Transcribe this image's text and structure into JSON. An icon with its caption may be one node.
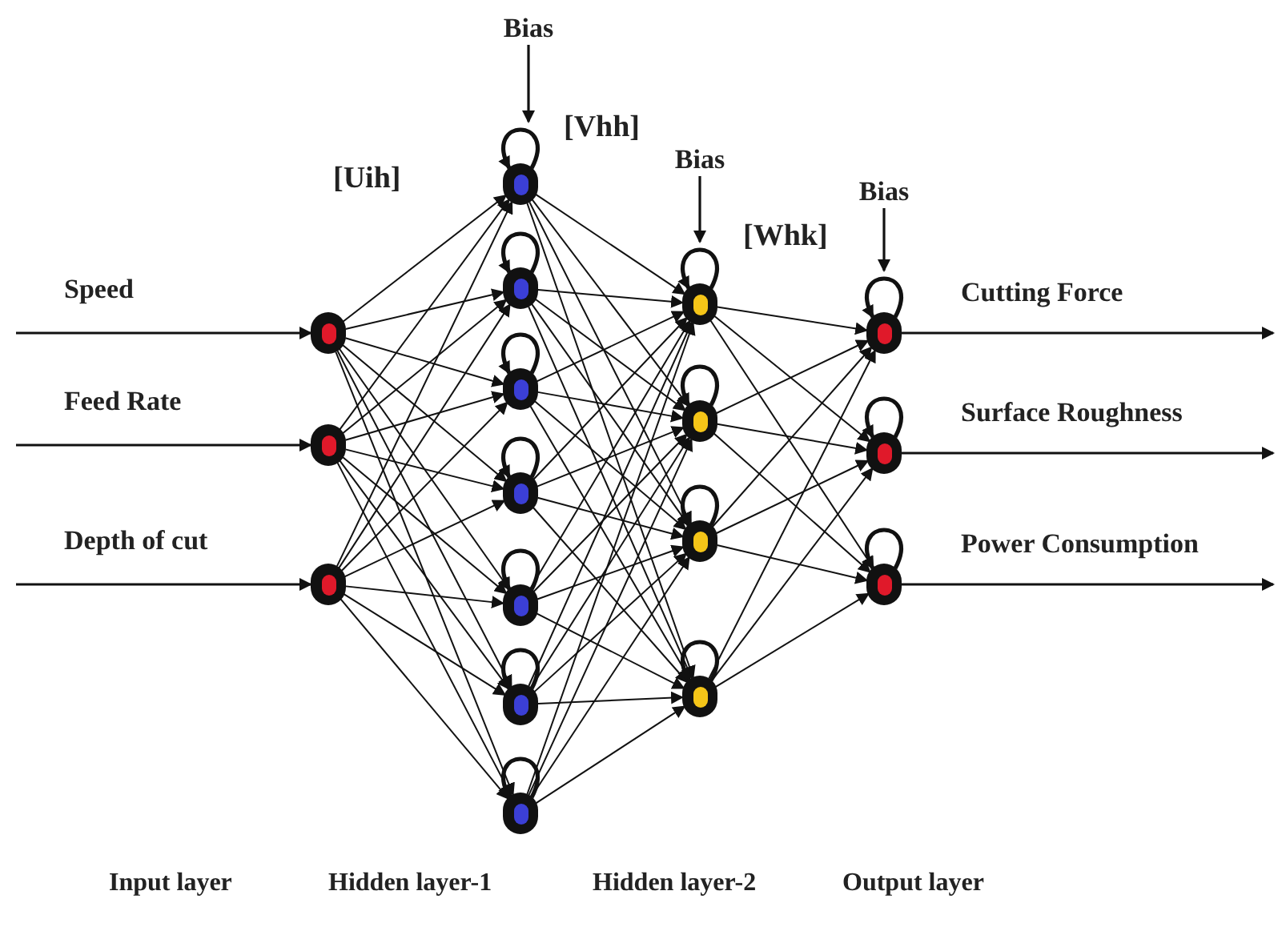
{
  "diagram": {
    "nodes": [
      {
        "text": [],
        "shape": "circle"
      },
      {
        "text": [],
        "shape": "circle"
      },
      {
        "text": [],
        "shape": "circle"
      },
      {
        "text": [],
        "shape": "circle"
      },
      {
        "text": [],
        "shape": "circle"
      },
      {
        "text": [],
        "shape": "circle"
      },
      {
        "text": [],
        "shape": "circle"
      },
      {
        "text": [],
        "shape": "circle"
      },
      {
        "text": [],
        "shape": "circle"
      },
      {
        "text": [],
        "shape": "circle"
      },
      {
        "text": [],
        "shape": "circle"
      },
      {
        "text": [],
        "shape": "circle"
      },
      {
        "text": [],
        "shape": "circle"
      },
      {
        "text": [],
        "shape": "circle"
      },
      {
        "text": [],
        "shape": "circle"
      },
      {
        "text": [],
        "shape": "circle"
      },
      {
        "text": [],
        "shape": "circle"
      },
      {
        "text": [
          "Bias"
        ]
      },
      {
        "text": [
          "Bias"
        ]
      },
      {
        "text": [
          "Bias"
        ]
      }
    ],
    "edges": [
      {
        "from": null,
        "to": 0,
        "arrow": "to",
        "label": "Speed"
      },
      {
        "from": null,
        "to": 1,
        "arrow": "to",
        "label": "Feed Rate"
      },
      {
        "from": null,
        "to": 2,
        "arrow": "to",
        "label": "Depth of cut"
      },
      {
        "from": 0,
        "to": 3,
        "arrow": "to"
      },
      {
        "from": 0,
        "to": 4,
        "arrow": "to"
      },
      {
        "from": 0,
        "to": 5,
        "arrow": "to"
      },
      {
        "from": 0,
        "to": 6,
        "arrow": "to"
      },
      {
        "from": 0,
        "to": 7,
        "arrow": "to"
      },
      {
        "from": 0,
        "to": 8,
        "arrow": "to"
      },
      {
        "from": 0,
        "to": 9,
        "arrow": "to"
      },
      {
        "from": 1,
        "to": 3,
        "arrow": "to"
      },
      {
        "from": 1,
        "to": 4,
        "arrow": "to"
      },
      {
        "from": 1,
        "to": 5,
        "arrow": "to"
      },
      {
        "from": 1,
        "to": 6,
        "arrow": "to"
      },
      {
        "from": 1,
        "to": 7,
        "arrow": "to"
      },
      {
        "from": 1,
        "to": 8,
        "arrow": "to"
      },
      {
        "from": 1,
        "to": 9,
        "arrow": "to"
      },
      {
        "from": 2,
        "to": 3,
        "arrow": "to"
      },
      {
        "from": 2,
        "to": 4,
        "arrow": "to"
      },
      {
        "from": 2,
        "to": 5,
        "arrow": "to"
      },
      {
        "from": 2,
        "to": 6,
        "arrow": "to"
      },
      {
        "from": 2,
        "to": 7,
        "arrow": "to"
      },
      {
        "from": 2,
        "to": 8,
        "arrow": "to"
      },
      {
        "from": 2,
        "to": 9,
        "arrow": "to"
      },
      {
        "from": 3,
        "to": 10,
        "arrow": "to"
      },
      {
        "from": 3,
        "to": 11,
        "arrow": "to"
      },
      {
        "from": 3,
        "to": 12,
        "arrow": "to"
      },
      {
        "from": 3,
        "to": 13,
        "arrow": "to"
      },
      {
        "from": 4,
        "to": 10,
        "arrow": "to"
      },
      {
        "from": 4,
        "to": 11,
        "arrow": "to"
      },
      {
        "from": 4,
        "to": 12,
        "arrow": "to"
      },
      {
        "from": 4,
        "to": 13,
        "arrow": "to"
      },
      {
        "from": 5,
        "to": 10,
        "arrow": "to"
      },
      {
        "from": 5,
        "to": 11,
        "arrow": "to"
      },
      {
        "from": 5,
        "to": 12,
        "arrow": "to"
      },
      {
        "from": 5,
        "to": 13,
        "arrow": "to"
      },
      {
        "from": 6,
        "to": 10,
        "arrow": "to"
      },
      {
        "from": 6,
        "to": 11,
        "arrow": "to"
      },
      {
        "from": 6,
        "to": 12,
        "arrow": "to"
      },
      {
        "from": 6,
        "to": 13,
        "arrow": "to"
      },
      {
        "from": 7,
        "to": 10,
        "arrow": "to"
      },
      {
        "from": 7,
        "to": 11,
        "arrow": "to"
      },
      {
        "from": 7,
        "to": 12,
        "arrow": "to"
      },
      {
        "from": 7,
        "to": 13,
        "arrow": "to"
      },
      {
        "from": 8,
        "to": 10,
        "arrow": "to"
      },
      {
        "from": 8,
        "to": 11,
        "arrow": "to"
      },
      {
        "from": 8,
        "to": 12,
        "arrow": "to"
      },
      {
        "from": 8,
        "to": 13,
        "arrow": "to"
      },
      {
        "from": 9,
        "to": 10,
        "arrow": "to"
      },
      {
        "from": 9,
        "to": 11,
        "arrow": "to"
      },
      {
        "from": 9,
        "to": 12,
        "arrow": "to"
      },
      {
        "from": 9,
        "to": 13,
        "arrow": "to"
      },
      {
        "from": 10,
        "to": 14,
        "arrow": "to"
      },
      {
        "from": 10,
        "to": 15,
        "arrow": "to"
      },
      {
        "from": 10,
        "to": 16,
        "arrow": "to"
      },
      {
        "from": 11,
        "to": 14,
        "arrow": "to"
      },
      {
        "from": 11,
        "to": 15,
        "arrow": "to"
      },
      {
        "from": 11,
        "to": 16,
        "arrow": "to"
      },
      {
        "from": 12,
        "to": 14,
        "arrow": "to"
      },
      {
        "from": 12,
        "to": 15,
        "arrow": "to"
      },
      {
        "from": 12,
        "to": 16,
        "arrow": "to"
      },
      {
        "from": 13,
        "to": 14,
        "arrow": "to"
      },
      {
        "from": 13,
        "to": 15,
        "arrow": "to"
      },
      {
        "from": 13,
        "to": 16,
        "arrow": "to"
      },
      {
        "from": 3,
        "to": 3,
        "arrow": "to",
        "style": "thick"
      },
      {
        "from": 4,
        "to": 4,
        "arrow": "to",
        "style": "thick"
      },
      {
        "from": 5,
        "to": 5,
        "arrow": "to",
        "style": "thick"
      },
      {
        "from": 6,
        "to": 6,
        "arrow": "to",
        "style": "thick"
      },
      {
        "from": 7,
        "to": 7,
        "arrow": "to",
        "style": "thick"
      },
      {
        "from": 8,
        "to": 8,
        "arrow": "to",
        "style": "thick"
      },
      {
        "from": 9,
        "to": 9,
        "arrow": "to",
        "style": "thick"
      },
      {
        "from": 10,
        "to": 10,
        "arrow": "to",
        "style": "thick"
      },
      {
        "from": 11,
        "to": 11,
        "arrow": "to",
        "style": "thick"
      },
      {
        "from": 12,
        "to": 12,
        "arrow": "to",
        "style": "thick"
      },
      {
        "from": 13,
        "to": 13,
        "arrow": "to",
        "style": "thick"
      },
      {
        "from": 14,
        "to": 14,
        "arrow": "to",
        "style": "thick"
      },
      {
        "from": 15,
        "to": 15,
        "arrow": "to",
        "style": "thick"
      },
      {
        "from": 16,
        "to": 16,
        "arrow": "to",
        "style": "thick"
      },
      {
        "from": 17,
        "to": 3,
        "arrow": "to"
      },
      {
        "from": 18,
        "to": 10,
        "arrow": "to"
      },
      {
        "from": 19,
        "to": 14,
        "arrow": "to"
      },
      {
        "from": 14,
        "to": null,
        "arrow": "to",
        "label": "Cutting Force"
      },
      {
        "from": 15,
        "to": null,
        "arrow": "to",
        "label": "Surface Roughness"
      },
      {
        "from": 16,
        "to": null,
        "arrow": "to",
        "label": "Power Consumption"
      }
    ],
    "labels": [
      "[Uih]",
      "[Vhh]",
      "[Whk]",
      "Input layer",
      "Hidden layer-1",
      "Hidden layer-2",
      "Output layer"
    ]
  }
}
